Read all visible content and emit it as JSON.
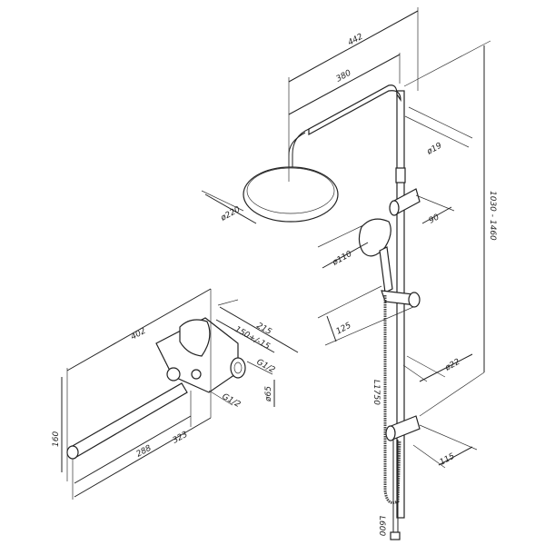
{
  "shower_system": {
    "dims": {
      "arm_total": "442",
      "arm_reach": "380",
      "pipe_diameter_top": "ø19",
      "overhead_diameter": "ø220",
      "wall_offset": "90",
      "height_range": "1030 - 1460",
      "hand_shower_diameter": "ø110",
      "holder_offset": "125",
      "pipe_diameter": "ø22",
      "hose_length": "L1750",
      "bottom_offset": "115",
      "lower_hose_length": "L600"
    }
  },
  "mixer": {
    "dims": {
      "total_length": "402",
      "body_depth": "215",
      "connection_spacing": "150+/-15",
      "inlet_thread": "G1/2",
      "outlet_thread": "G1/2",
      "flange_diameter": "ø65",
      "height": "160",
      "spout_length_1": "323",
      "spout_length_2": "288"
    }
  }
}
